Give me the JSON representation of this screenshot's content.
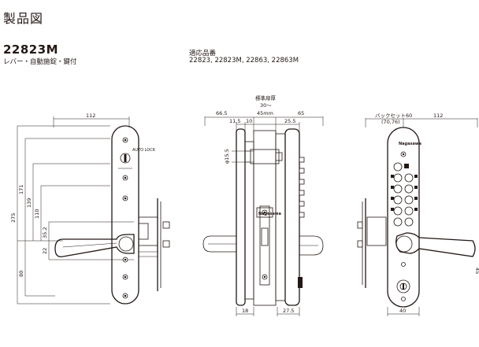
{
  "header": {
    "title": "製品図",
    "model": "22823M",
    "description": "レバー・自動施錠・鍵付",
    "compatible_title": "適応品番",
    "compatible_models": "22823, 22823M, 22863, 22863M"
  },
  "front_view": {
    "dim_top": "112",
    "dim_275": "275",
    "dim_171": "171",
    "dim_139": "139",
    "dim_110": "110",
    "dim_35_2": "35.2",
    "dim_22": "22",
    "dim_80": "80",
    "lock_label": "AUTO LOCK"
  },
  "side_view": {
    "door_thickness_title": "標準扉厚",
    "door_thickness_range": "30～",
    "door_thickness_mm": "45mm",
    "dim_66_5": "66.5",
    "dim_65": "65",
    "dim_11_5": "11.5",
    "dim_10": "10",
    "dim_25_5": "25.5",
    "dim_phi15_5": "φ15.5",
    "dim_18": "18",
    "dim_27_5": "27.5",
    "brand": "Nagasawa"
  },
  "back_view": {
    "backset_label": "バックセット60",
    "backset_alt": "(70,76)",
    "dim_112": "112",
    "dim_40": "40",
    "edge_mark": "45",
    "brand": "Nagasawa"
  }
}
